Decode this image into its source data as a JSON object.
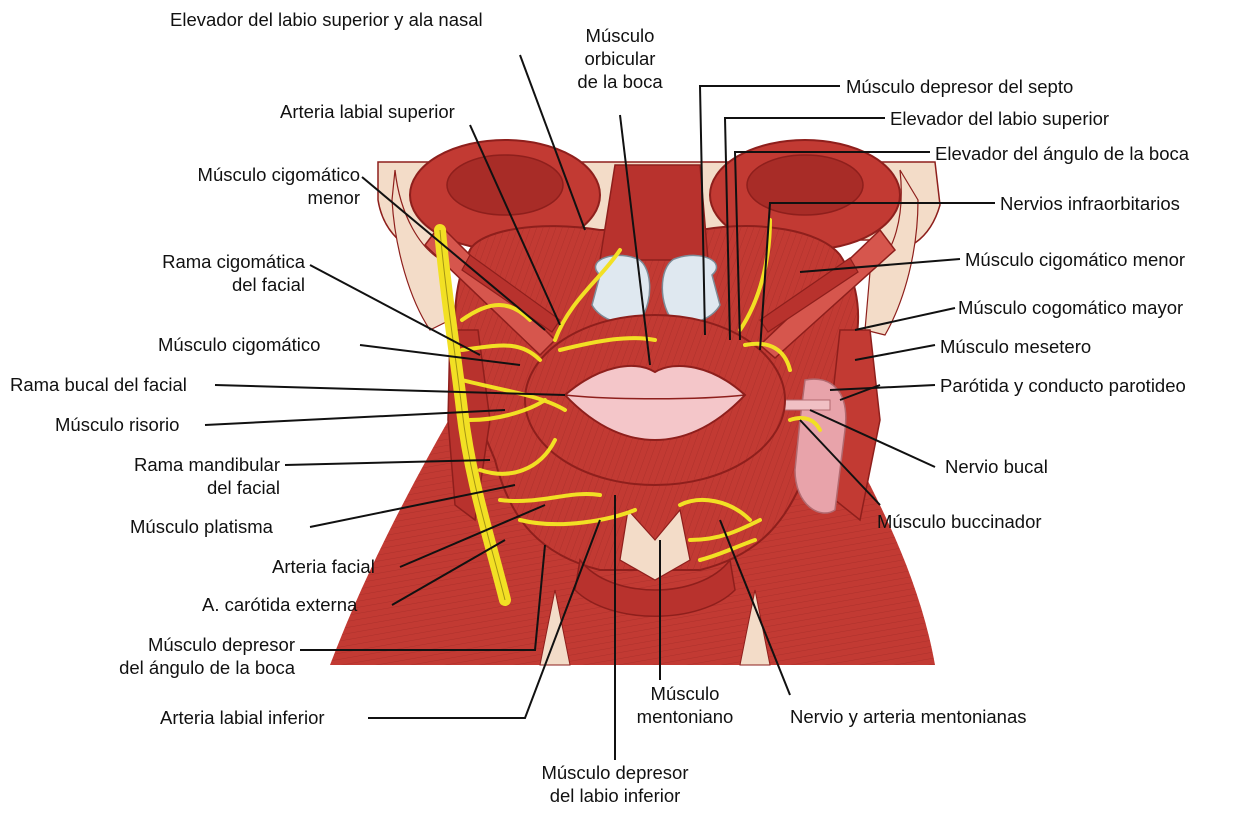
{
  "labels": {
    "elevador_labio_sup_ala": "Elevador del labio superior y ala nasal",
    "orbicular_l1": "Músculo",
    "orbicular_l2": "orbicular",
    "orbicular_l3": "de la boca",
    "arteria_labial_sup": "Arteria labial superior",
    "cigomatico_menor_l1": "Músculo cigomático",
    "cigomatico_menor_l2": "menor",
    "rama_cigomatica_l1": "Rama cigomática",
    "rama_cigomatica_l2": "del facial",
    "musculo_cigomatico": "Músculo cigomático",
    "rama_bucal": "Rama bucal del facial",
    "risorio": "Músculo risorio",
    "rama_mandibular_l1": "Rama mandibular",
    "rama_mandibular_l2": "del facial",
    "platisma": "Músculo platisma",
    "arteria_facial": "Arteria facial",
    "carotida_externa": "A. carótida externa",
    "depresor_angulo_l1": "Músculo depresor",
    "depresor_angulo_l2": "del ángulo de la boca",
    "arteria_labial_inf": "Arteria labial inferior",
    "depresor_labio_inf_l1": "Músculo depresor",
    "depresor_labio_inf_l2": "del labio inferior",
    "mentoniano_l1": "Músculo",
    "mentoniano_l2": "mentoniano",
    "nervio_arteria_ment": "Nervio y arteria mentonianas",
    "buccinador": "Músculo buccinador",
    "nervio_bucal": "Nervio bucal",
    "parotida": "Parótida y conducto parotideo",
    "masetero": "Músculo mesetero",
    "cigomatico_mayor": "Músculo cogomático mayor",
    "cigomatico_menor_r": "Músculo cigomático menor",
    "infraorbitarios": "Nervios infraorbitarios",
    "elevador_angulo": "Elevador del ángulo de la boca",
    "elevador_labio_sup": "Elevador del labio superior",
    "depresor_septo": "Músculo depresor del septo"
  },
  "colors": {
    "muscle": "#c23a33",
    "muscle_dark": "#8e1f1c",
    "muscle_light": "#d6564d",
    "nerve": "#f2e024",
    "bone": "#f3dcc8",
    "cartilage": "#dfe8f0",
    "lip": "#f4c6c9",
    "gland": "#e8a3aa"
  }
}
